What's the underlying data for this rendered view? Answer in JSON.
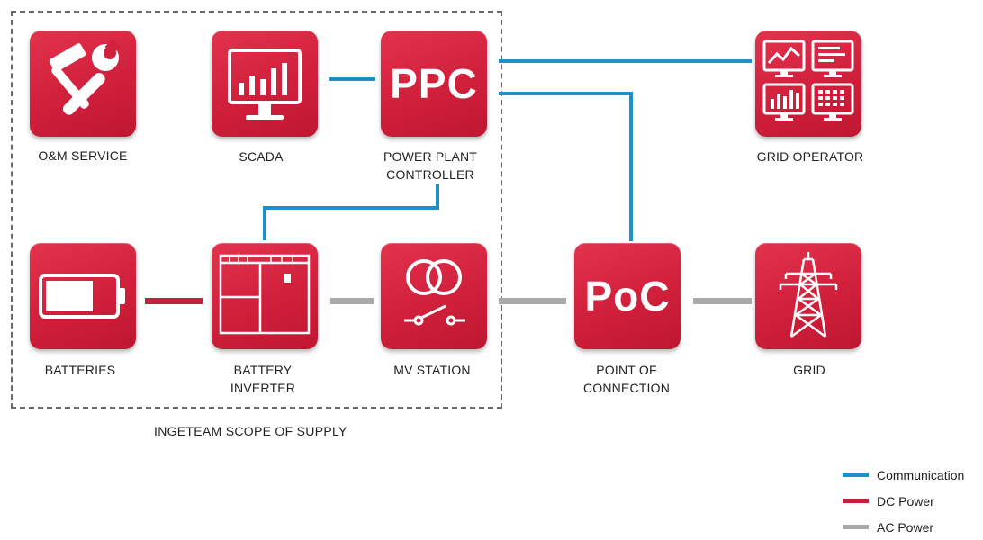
{
  "nodes": {
    "om_service": {
      "label_lines": [
        "O&M SERVICE"
      ],
      "icon": "tools-icon"
    },
    "scada": {
      "label_lines": [
        "SCADA"
      ],
      "icon": "monitor-chart-icon"
    },
    "ppc": {
      "tile_text": "PPC",
      "label_lines": [
        "POWER PLANT",
        "CONTROLLER"
      ]
    },
    "grid_operator": {
      "label_lines": [
        "GRID OPERATOR"
      ],
      "icon": "multi-monitor-icon"
    },
    "batteries": {
      "label_lines": [
        "BATTERIES"
      ],
      "icon": "battery-icon"
    },
    "battery_inverter": {
      "label_lines": [
        "BATTERY",
        "INVERTER"
      ],
      "icon": "inverter-cabinet-icon"
    },
    "mv_station": {
      "label_lines": [
        "MV STATION"
      ],
      "icon": "transformer-switch-icon"
    },
    "poc": {
      "tile_text": "PoC",
      "label_lines": [
        "POINT OF",
        "CONNECTION"
      ]
    },
    "grid": {
      "label_lines": [
        "GRID"
      ],
      "icon": "transmission-tower-icon"
    }
  },
  "scope": {
    "label": "INGETEAM SCOPE OF SUPPLY"
  },
  "legend": [
    {
      "label": "Communication",
      "color": "#1f8fc7"
    },
    {
      "label": "DC Power",
      "color": "#c41f3b"
    },
    {
      "label": "AC Power",
      "color": "#a9a9a9"
    }
  ],
  "colors": {
    "tile": "#d2213d",
    "communication": "#1f8fc7",
    "dc_power": "#c41f3b",
    "ac_power": "#a9a9a9"
  }
}
